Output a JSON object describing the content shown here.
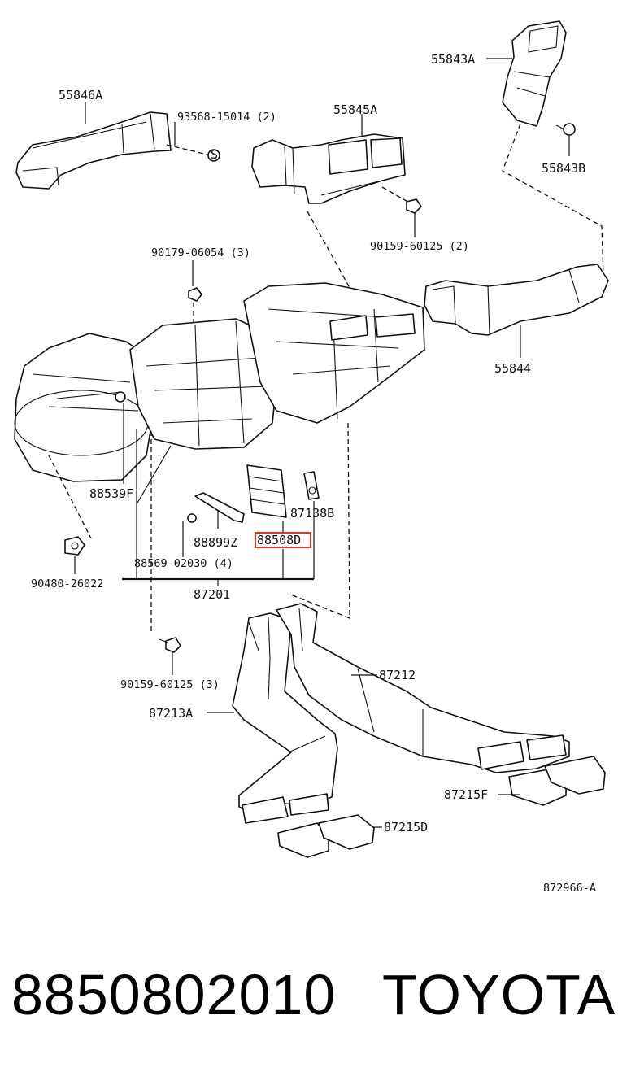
{
  "labels": {
    "p55846A": "55846A",
    "p93568": "93568-15014 (2)",
    "p55845A": "55845A",
    "p55843A": "55843A",
    "p55843B": "55843B",
    "p90159a": "90159-60125 (2)",
    "p90179": "90179-06054 (3)",
    "p55844": "55844",
    "p88539F": "88539F",
    "p87138B": "87138B",
    "p88899Z": "88899Z",
    "p88508D": "88508D",
    "p88569": "88569-02030 (4)",
    "p90480": "90480-26022",
    "p87201": "87201",
    "p90159b": "90159-60125 (3)",
    "p87212": "87212",
    "p87213A": "87213A",
    "p87215F": "87215F",
    "p87215D": "87215D",
    "ref": "872966-A"
  },
  "footer": {
    "part_number": "8850802010",
    "brand": "TOYOTA"
  },
  "colors": {
    "highlight": "#e0302a",
    "ink": "#111111"
  }
}
